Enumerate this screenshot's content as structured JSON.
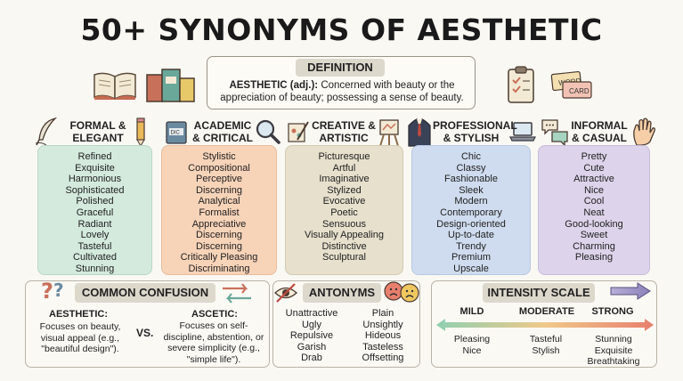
{
  "title": "50+ SYNONYMS OF AESTHETIC",
  "definition": {
    "label": "DEFINITION",
    "term": "AESTHETIC (adj.):",
    "text": "Concerned with beauty or the appreciation of beauty; possessing a sense of beauty."
  },
  "columns": [
    {
      "title": "FORMAL & ELEGANT",
      "color": "#d3eadd",
      "words": [
        "Refined",
        "Exquisite",
        "Harmonious",
        "Sophisticated",
        "Polished",
        "Graceful",
        "Radiant",
        "Lovely",
        "Tasteful",
        "Cultivated",
        "Stunning"
      ]
    },
    {
      "title": "ACADEMIC & CRITICAL",
      "color": "#f7d3b8",
      "words": [
        "Stylistic",
        "Compositional",
        "Perceptive",
        "Discerning",
        "Analytical",
        "Formalist",
        "Appreciative",
        "Discerning",
        "Discerning",
        "Critically Pleasing",
        "Discriminating"
      ]
    },
    {
      "title": "CREATIVE & ARTISTIC",
      "color": "#e6e0cc",
      "words": [
        "Picturesque",
        "Artful",
        "Imaginative",
        "Stylized",
        "Evocative",
        "Poetic",
        "Sensuous",
        "Visually Appealing",
        "Distinctive",
        "Sculptural"
      ]
    },
    {
      "title": "PROFESSIONAL & STYLISH",
      "color": "#cfdcef",
      "words": [
        "Chic",
        "Classy",
        "Fashionable",
        "Sleek",
        "Modern",
        "Contemporary",
        "Design-oriented",
        "Up-to-date",
        "Trendy",
        "Premium",
        "Upscale"
      ]
    },
    {
      "title": "INFORMAL & CASUAL",
      "color": "#ddd3ea",
      "words": [
        "Pretty",
        "Cute",
        "Attractive",
        "Nice",
        "Cool",
        "Neat",
        "Good-looking",
        "Sweet",
        "Charming",
        "Pleasing"
      ]
    }
  ],
  "confusion": {
    "label": "COMMON CONFUSION",
    "left_term": "AESTHETIC:",
    "left_text": "Focuses on beauty, visual appeal (e.g., \"beautiful design\").",
    "vs": "VS.",
    "right_term": "ASCETIC:",
    "right_text": "Focuses on self-discipline, abstention, or severe simplicity (e.g., \"simple life\")."
  },
  "antonyms": {
    "label": "ANTONYMS",
    "left": [
      "Unattractive",
      "Ugly",
      "Repulsive",
      "Garish",
      "Drab"
    ],
    "right": [
      "Plain",
      "Unsightly",
      "Hideous",
      "Tasteless",
      "Offsetting"
    ]
  },
  "intensity": {
    "label": "INTENSITY SCALE",
    "levels": [
      {
        "name": "MILD",
        "words": [
          "Pleasing",
          "Nice"
        ]
      },
      {
        "name": "MODERATE",
        "words": [
          "Tasteful",
          "Stylish"
        ]
      },
      {
        "name": "STRONG",
        "words": [
          "Stunning",
          "Exquisite",
          "Breathtaking"
        ]
      }
    ],
    "gradient_start": "#8fcfb0",
    "gradient_end": "#e87f6e"
  },
  "icons": [
    "open-book-icon",
    "books-icon",
    "clipboard-icon",
    "word-card-icon",
    "quill-icon",
    "pencil-icon",
    "dictionary-icon",
    "magnifier-icon",
    "paint-brush-icon",
    "easel-icon",
    "suit-icon",
    "laptop-icon",
    "speech-bubbles-icon",
    "wave-hand-icon",
    "question-marks-icon",
    "swap-arrows-icon",
    "no-eye-icon",
    "faces-icon",
    "arrow-right-icon"
  ]
}
